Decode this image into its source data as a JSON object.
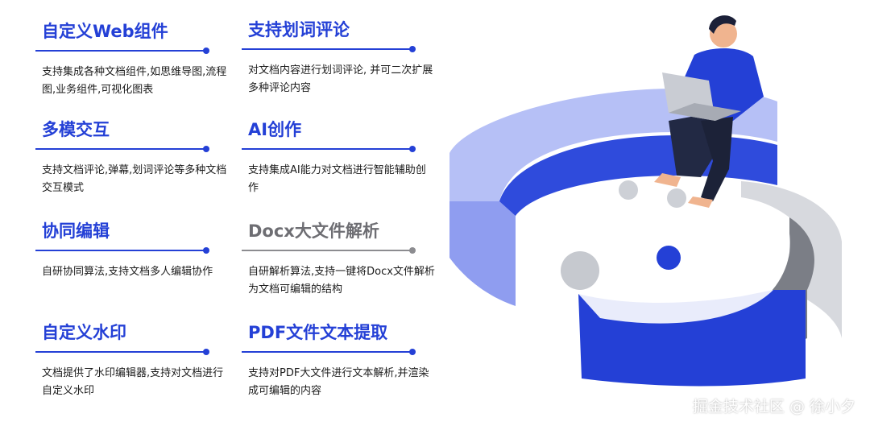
{
  "features": [
    {
      "title": "自定义Web组件",
      "desc": "支持集成各种文档组件,如思维导图,流程图,业务组件,可视化图表",
      "style": "blue"
    },
    {
      "title": "支持划词评论",
      "desc": "对文档内容进行划词评论, 并可二次扩展多种评论内容",
      "style": "blue"
    },
    {
      "title": "多模交互",
      "desc": "支持文档评论,弹幕,划词评论等多种文档交互模式",
      "style": "blue"
    },
    {
      "title": "AI创作",
      "desc": "支持集成AI能力对文档进行智能辅助创作",
      "style": "blue"
    },
    {
      "title": "协同编辑",
      "desc": "自研协同算法,支持文档多人编辑协作",
      "style": "blue"
    },
    {
      "title": "Docx大文件解析",
      "desc": "自研解析算法,支持一键将Docx文件解析为文档可编辑的结构",
      "style": "gray"
    },
    {
      "title": "自定义水印",
      "desc": "文档提供了水印编辑器,支持对文档进行自定义水印",
      "style": "blue"
    },
    {
      "title": "PDF文件文本提取",
      "desc": "支持对PDF大文件进行文本解析,并渲染成可编辑的内容",
      "style": "blue"
    }
  ],
  "watermark": "掘金技术社区 @ 徐小夕",
  "colors": {
    "accent": "#2440d6",
    "muted": "#8c8c90",
    "ring_light": "#aab5f4",
    "ring_gray": "#d5d7dc"
  }
}
